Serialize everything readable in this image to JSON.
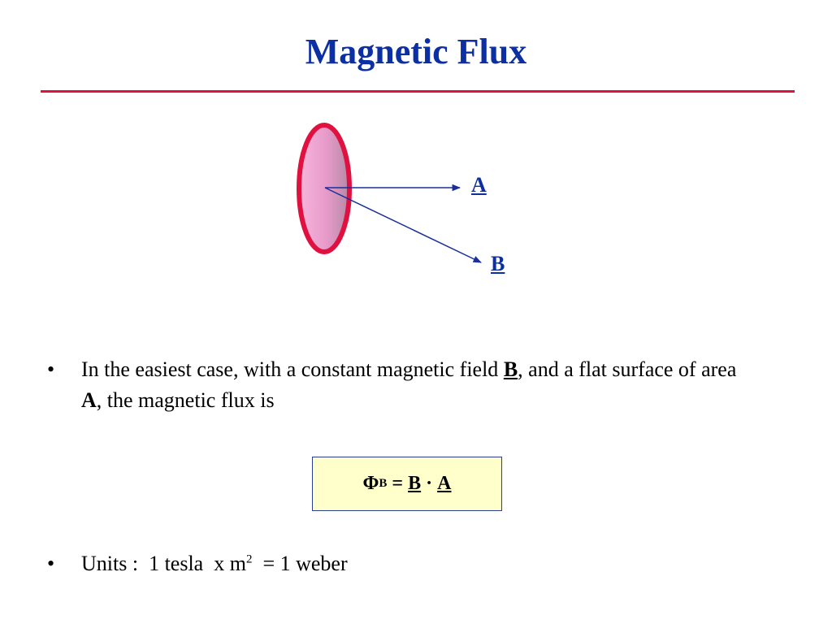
{
  "title": "Magnetic Flux",
  "diagram": {
    "label_a": "A",
    "label_b": "B"
  },
  "bullet_1": {
    "bullet": "•",
    "part1": "In the easiest case, with a constant magnetic field ",
    "bold_b": "B",
    "part2": ", and a flat surface of area ",
    "bold_a": "A",
    "part3": ", the magnetic flux is"
  },
  "formula": {
    "phi": "Φ",
    "phi_sub": "B",
    "equals": " = ",
    "vec_b": "B",
    "dot": " · ",
    "vec_a": "A"
  },
  "bullet_2": {
    "bullet": "•",
    "text": "Units :  1 tesla  x m",
    "sup": "2",
    "tail": "  = 1 weber"
  },
  "colors": {
    "title": "#0c2fa3",
    "rule": "#e0113b",
    "loop_rim": "#e01040",
    "loop_fill": "#f2a0d2",
    "arrow": "#1a2f9a",
    "formula_bg": "#ffffcc"
  }
}
